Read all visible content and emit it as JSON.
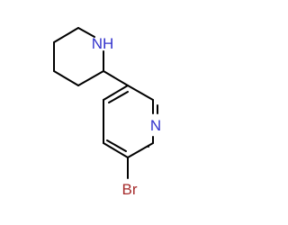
{
  "molecule": {
    "atoms": {
      "nh": "NH",
      "n": "N",
      "br": "Br"
    },
    "colors": {
      "bond": "#000000",
      "nitrogen": "#3333cc",
      "bromine": "#a52a2a",
      "background": "#ffffff"
    }
  }
}
